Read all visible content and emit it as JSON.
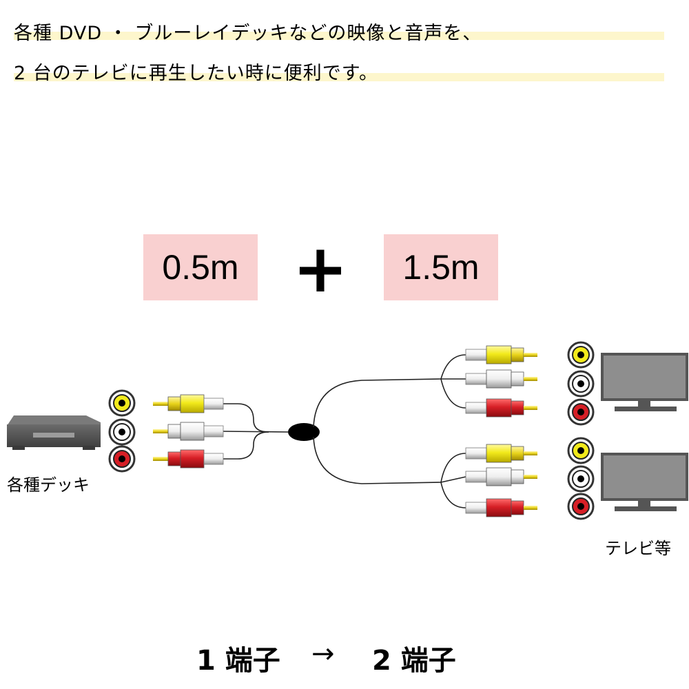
{
  "header": {
    "line1": "各種 DVD ・ ブルーレイデッキなどの映像と音声を、",
    "line2": "2 台のテレビに再生したい時に便利です。"
  },
  "lengths": {
    "first": "0.5m",
    "plus": "+",
    "second": "1.5m"
  },
  "labels": {
    "source": "各種デッキ",
    "destination": "テレビ等"
  },
  "footer": {
    "from": "1 端子",
    "arrow": "→",
    "to": "2 端子"
  },
  "colors": {
    "yellow": "#f2ea1b",
    "white": "#f2f2f2",
    "red": "#d61f26",
    "device": "#555555",
    "highlight": "#fdf6cc",
    "length_box": "#f9d0d0"
  }
}
